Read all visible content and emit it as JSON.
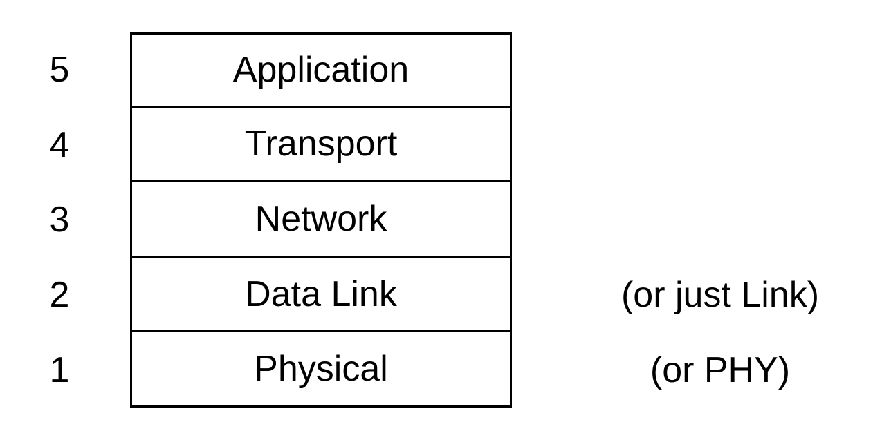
{
  "diagram": {
    "kind": "layered-stack",
    "colors": {
      "background": "#ffffff",
      "border": "#000000",
      "text": "#000000"
    },
    "layers": [
      {
        "number": "5",
        "name": "Application",
        "annotation": ""
      },
      {
        "number": "4",
        "name": "Transport",
        "annotation": ""
      },
      {
        "number": "3",
        "name": "Network",
        "annotation": ""
      },
      {
        "number": "2",
        "name": "Data Link",
        "annotation": "(or just Link)"
      },
      {
        "number": "1",
        "name": "Physical",
        "annotation": "(or PHY)"
      }
    ]
  }
}
